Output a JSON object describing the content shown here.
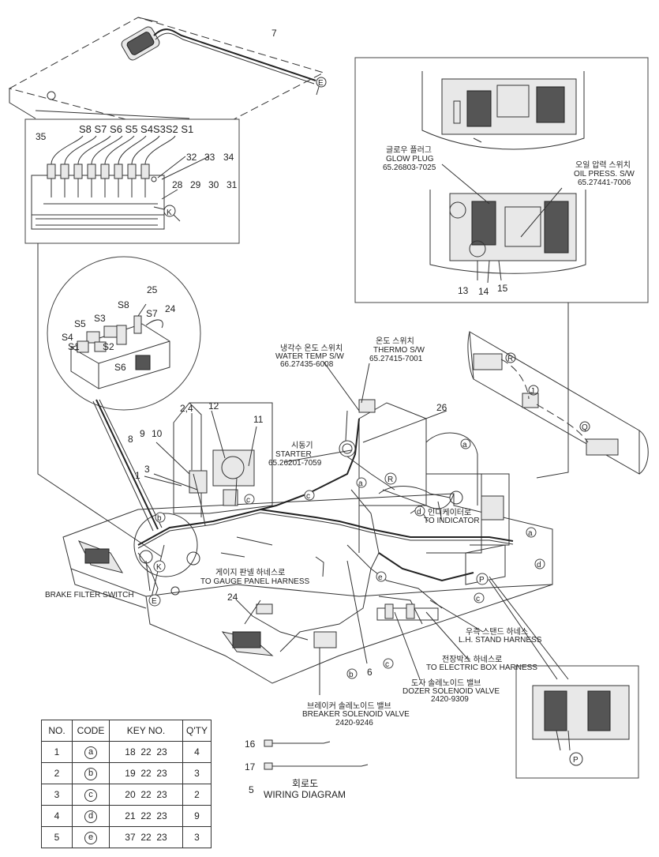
{
  "callouts": {
    "n7": "7",
    "n35": "35",
    "n32": "32",
    "n33": "33",
    "n34": "34",
    "n28": "28",
    "n29": "29",
    "n30": "30",
    "n31": "31",
    "n25": "25",
    "n24a": "24",
    "n26": "26",
    "n2_4": "2,4",
    "n12": "12",
    "n11": "11",
    "n8": "8",
    "n9": "9",
    "n10": "10",
    "n1": "1",
    "n3": "3",
    "n13": "13",
    "n14": "14",
    "n15": "15",
    "n24b": "24",
    "n6": "6"
  },
  "switch_labels": {
    "top_row": "S8 S7 S6 S5 S4S3S2 S1",
    "s8": "S8",
    "s7": "S7",
    "s5": "S5",
    "s3": "S3",
    "s4": "S4",
    "s1": "S1",
    "s2": "S2",
    "s6": "S6"
  },
  "connector_letters": {
    "E1": "E",
    "E2": "E",
    "K1": "K",
    "K2": "K",
    "R1": "R",
    "R2": "R",
    "J": "J",
    "Q": "Q",
    "P1": "P",
    "P2": "P"
  },
  "code_letters": {
    "a": "a",
    "b": "b",
    "c": "c",
    "d": "d",
    "e": "e"
  },
  "labels": {
    "glow_ko": "글로우 플러그",
    "glow_en": "GLOW PLUG",
    "glow_no": "65.26803-7025",
    "oil_ko": "오일 압력 스위치",
    "oil_en": "OIL PRESS. S/W",
    "oil_no": "65.27441-7006",
    "water_ko": "냉각수 온도 스위치",
    "water_en": "WATER TEMP S/W",
    "water_no": "66.27435-6008",
    "thermo_ko": "온도 스위치",
    "thermo_en": "THERMO S/W",
    "thermo_no": "65.27415-7001",
    "starter_ko": "시동기",
    "starter_en": "STARTER",
    "starter_no": "65.26201-7059",
    "indicator_ko": "인디케이터로",
    "indicator_en": "TO INDICATOR",
    "gauge_ko": "게이지 판넬 하네스로",
    "gauge_en": "TO GAUGE PANEL HARNESS",
    "brake_filter": "BRAKE FILTER SWITCH",
    "lh_ko": "우측 스탠드 하네스",
    "lh_en": "L.H. STAND HARNESS",
    "ebox_ko": "전장박스 하네스로",
    "ebox_en": "TO ELECTRIC BOX HARNESS",
    "dozer_ko": "도자 솔레노이드 밸브",
    "dozer_en": "DOZER SOLENOID VALVE",
    "dozer_no": "2420-9309",
    "breaker_ko": "브레이커 솔레노이드 밸브",
    "breaker_en": "BREAKER SOLENOID VALVE",
    "breaker_no": "2420-9246"
  },
  "legend": {
    "tie16_no": "16",
    "tie17_no": "17",
    "wiring_no": "5",
    "wiring_ko": "회로도",
    "wiring_en": "WIRING DIAGRAM"
  },
  "key_table": {
    "headers": [
      "NO.",
      "CODE",
      "KEY NO.",
      "Q'TY"
    ],
    "rows": [
      {
        "no": "1",
        "code": "a",
        "key": "18  22  23",
        "qty": "4"
      },
      {
        "no": "2",
        "code": "b",
        "key": "19  22  23",
        "qty": "3"
      },
      {
        "no": "3",
        "code": "c",
        "key": "20  22  23",
        "qty": "2"
      },
      {
        "no": "4",
        "code": "d",
        "key": "21  22  23",
        "qty": "9"
      },
      {
        "no": "5",
        "code": "e",
        "key": "37  22  23",
        "qty": "3"
      }
    ]
  }
}
